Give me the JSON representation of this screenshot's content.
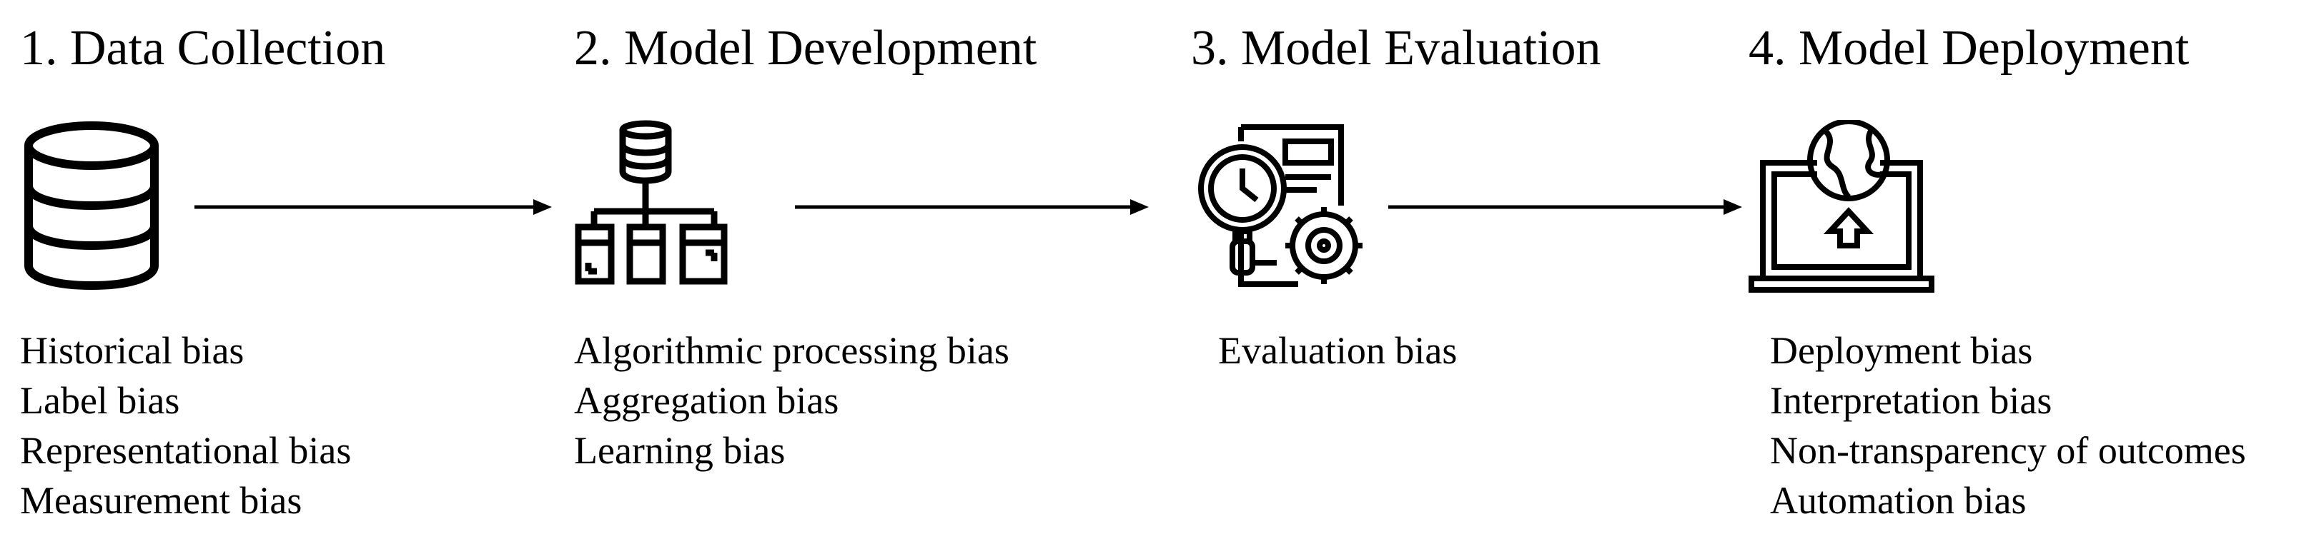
{
  "stages": [
    {
      "title": "1. Data Collection",
      "icon": "database-icon",
      "biases": [
        "Historical bias",
        "Label bias",
        "Representational bias",
        "Measurement bias"
      ]
    },
    {
      "title": "2. Model Development",
      "icon": "hierarchy-database-icon",
      "biases": [
        "Algorithmic processing bias",
        "Aggregation bias",
        "Learning bias"
      ]
    },
    {
      "title": "3. Model Evaluation",
      "icon": "evaluation-report-icon",
      "biases": [
        "Evaluation bias"
      ]
    },
    {
      "title": "4. Model Deployment",
      "icon": "laptop-globe-upload-icon",
      "biases": [
        "Deployment bias",
        "Interpretation bias",
        "Non-transparency of outcomes",
        "Automation bias"
      ]
    }
  ],
  "arrows": [
    "arrow-right-icon",
    "arrow-right-icon",
    "arrow-right-icon"
  ],
  "colors": {
    "text": "#000000",
    "background": "#ffffff"
  }
}
